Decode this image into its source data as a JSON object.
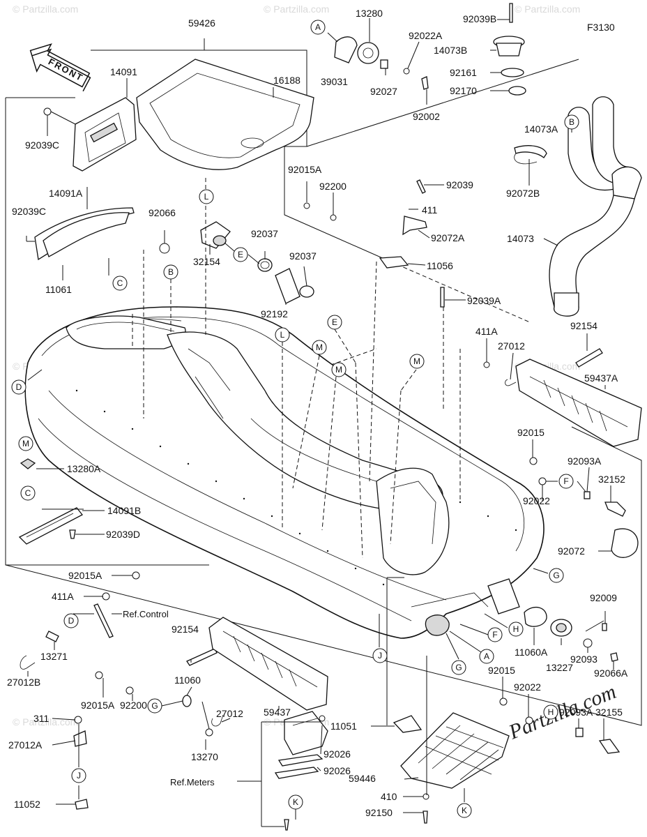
{
  "figure_code": "F3130",
  "front_label": "FRONT",
  "watermark": "© Partzilla.com",
  "watermark_logo": "Partzilla.com",
  "references": {
    "control": "Ref.Control",
    "meters": "Ref.Meters"
  },
  "part_numbers": {
    "p59426": "59426",
    "p16188": "16188",
    "p14091": "14091",
    "p92039C_a": "92039C",
    "p92039C_b": "92039C",
    "p14091A": "14091A",
    "p11061": "11061",
    "p92066": "92066",
    "p32154": "32154",
    "p92037_a": "92037",
    "p92037_b": "92037",
    "p92192": "92192",
    "p39031": "39031",
    "p13280": "13280",
    "p92022A": "92022A",
    "p92027": "92027",
    "p92002": "92002",
    "p92039B": "92039B",
    "p14073B": "14073B",
    "p92161": "92161",
    "p92170": "92170",
    "p14073A": "14073A",
    "p92072B": "92072B",
    "p14073": "14073",
    "p92015A_a": "92015A",
    "p92200_a": "92200",
    "p92039": "92039",
    "p411_a": "411",
    "p92072A": "92072A",
    "p11056": "11056",
    "p92039A": "92039A",
    "p411A_a": "411A",
    "p27012_a": "27012",
    "p92154_a": "92154",
    "p59437A": "59437A",
    "p92015_a": "92015",
    "p92093A_a": "92093A",
    "p32152": "32152",
    "p92022_a": "92022",
    "p92072": "92072",
    "p13280A": "13280A",
    "p14091B": "14091B",
    "p92039D": "92039D",
    "p92015A_b": "92015A",
    "p411A_b": "411A",
    "p13271": "13271",
    "p27012B": "27012B",
    "p92154_b": "92154",
    "p11060": "11060",
    "p59437": "59437",
    "p92015A_c": "92015A",
    "p92200_b": "92200",
    "p311": "311",
    "p27012A": "27012A",
    "p27012_b": "27012",
    "p13270": "13270",
    "p11052": "11052",
    "p11051": "11051",
    "p92026_a": "92026",
    "p92026_b": "92026",
    "p59446": "59446",
    "p410": "410",
    "p92150": "92150",
    "p92009": "92009",
    "p11060A": "11060A",
    "p13227": "13227",
    "p92093": "92093",
    "p92066A": "92066A",
    "p92015_b": "92015",
    "p92022_b": "92022",
    "p92093A_b": "92093A",
    "p32155": "32155"
  },
  "callouts": {
    "A1": "A",
    "A2": "A",
    "B1": "B",
    "B2": "B",
    "C1": "C",
    "C2": "C",
    "D1": "D",
    "D2": "D",
    "E1": "E",
    "E2": "E",
    "F1": "F",
    "F2": "F",
    "G1": "G",
    "G2": "G",
    "G3": "G",
    "H1": "H",
    "H2": "H",
    "J1": "J",
    "J2": "J",
    "K1": "K",
    "K2": "K",
    "L1": "L",
    "L2": "L",
    "M1": "M",
    "M2": "M",
    "M3": "M",
    "M4": "M"
  }
}
